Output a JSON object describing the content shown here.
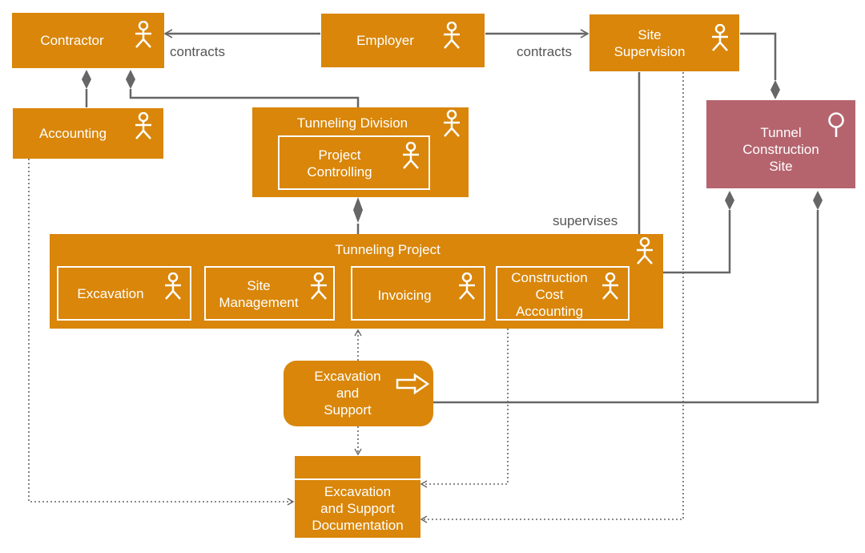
{
  "colors": {
    "actor": "#d9860a",
    "location": "#b5646e",
    "line": "#666666",
    "text_on_fill": "#ffffff"
  },
  "actors": {
    "contractor": {
      "label": "Contractor",
      "icon": "actor-icon"
    },
    "employer": {
      "label": "Employer",
      "icon": "actor-icon"
    },
    "site_supervision": {
      "label": "Site\nSupervision",
      "icon": "actor-icon"
    },
    "accounting": {
      "label": "Accounting",
      "icon": "actor-icon"
    },
    "tunneling_division": {
      "label": "Tunneling Division",
      "icon": "actor-icon"
    },
    "project_controlling": {
      "label": "Project\nControlling",
      "icon": "actor-icon"
    },
    "tunneling_project": {
      "label": "Tunneling Project",
      "icon": "actor-icon"
    },
    "excavation": {
      "label": "Excavation",
      "icon": "actor-icon"
    },
    "site_management": {
      "label": "Site\nManagement",
      "icon": "actor-icon"
    },
    "invoicing": {
      "label": "Invoicing",
      "icon": "actor-icon"
    },
    "construction_cost_accounting": {
      "label": "Construction\nCost\nAccounting",
      "icon": "actor-icon"
    }
  },
  "location": {
    "label": "Tunnel\nConstruction\nSite",
    "icon": "location-pin-icon"
  },
  "process": {
    "label": "Excavation\nand\nSupport",
    "icon": "process-arrow-icon"
  },
  "document": {
    "label": "Excavation\nand Support\nDocumentation"
  },
  "edge_labels": {
    "contracts_left": "contracts",
    "contracts_right": "contracts",
    "supervises": "supervises"
  }
}
